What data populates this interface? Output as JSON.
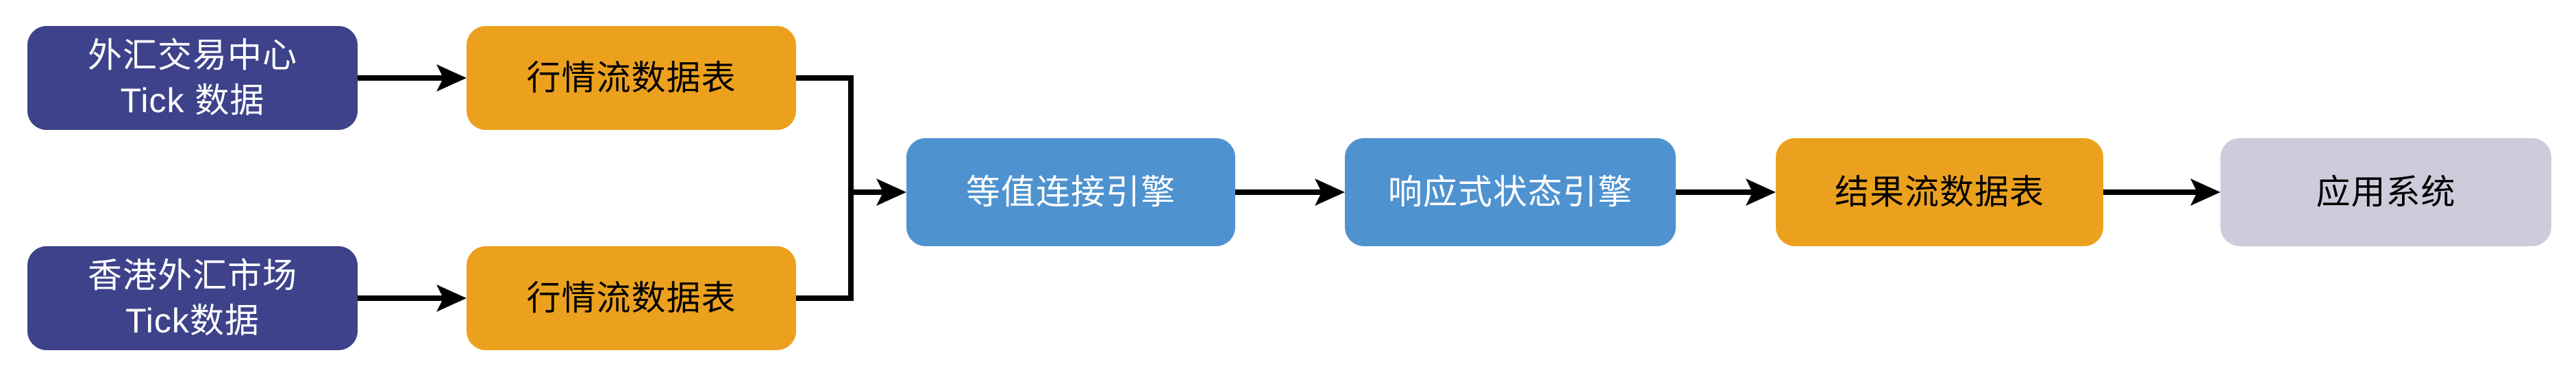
{
  "diagram": {
    "type": "flow-diagram",
    "background_color": "#ffffff",
    "arrow_color": "#000000",
    "node_colors": {
      "source_dark_blue": "#3D428B",
      "stream_orange": "#ECA11E",
      "engine_blue": "#4E92CF",
      "app_lavender": "#CDCCDA"
    },
    "nodes": [
      {
        "id": "source-cfets",
        "line1": "外汇交易中心",
        "line2": "Tick 数据",
        "fill": "#3D428B",
        "text_color": "#ffffff"
      },
      {
        "id": "source-hk",
        "line1": "香港外汇市场",
        "line2": "Tick数据",
        "fill": "#3D428B",
        "text_color": "#ffffff"
      },
      {
        "id": "stream-table-1",
        "line1": "行情流数据表",
        "fill": "#ECA11E",
        "text_color": "#000000"
      },
      {
        "id": "stream-table-2",
        "line1": "行情流数据表",
        "fill": "#ECA11E",
        "text_color": "#000000"
      },
      {
        "id": "join-engine",
        "line1": "等值连接引擎",
        "fill": "#4E92CF",
        "text_color": "#ffffff"
      },
      {
        "id": "state-engine",
        "line1": "响应式状态引擎",
        "fill": "#4E92CF",
        "text_color": "#ffffff"
      },
      {
        "id": "result-table",
        "line1": "结果流数据表",
        "fill": "#ECA11E",
        "text_color": "#000000"
      },
      {
        "id": "app-system",
        "line1": "应用系统",
        "fill": "#CDCCDA",
        "text_color": "#000000"
      }
    ],
    "edges": [
      {
        "from": "source-cfets",
        "to": "stream-table-1"
      },
      {
        "from": "source-hk",
        "to": "stream-table-2"
      },
      {
        "from": "stream-table-1",
        "to": "join-engine"
      },
      {
        "from": "stream-table-2",
        "to": "join-engine"
      },
      {
        "from": "join-engine",
        "to": "state-engine"
      },
      {
        "from": "state-engine",
        "to": "result-table"
      },
      {
        "from": "result-table",
        "to": "app-system"
      }
    ]
  }
}
